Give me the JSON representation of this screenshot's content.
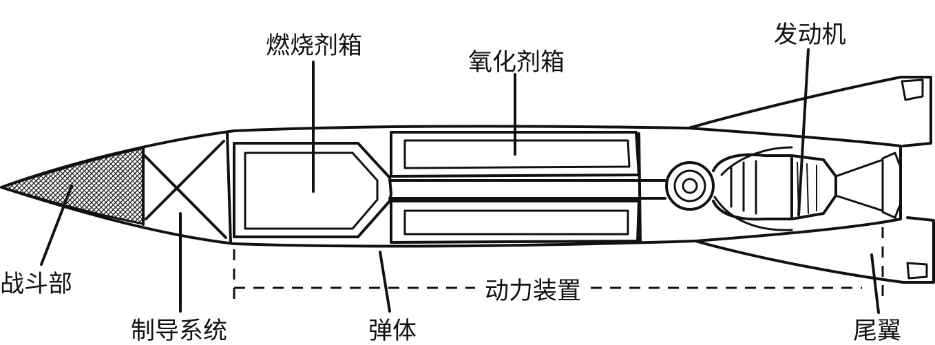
{
  "labels": {
    "warhead": "战斗部",
    "guidance": "制导系统",
    "fuel_tank": "燃烧剂箱",
    "oxidizer_tank": "氧化剂箱",
    "body": "弹体",
    "engine": "发动机",
    "power_unit": "动力装置",
    "tail_fins": "尾翼"
  }
}
